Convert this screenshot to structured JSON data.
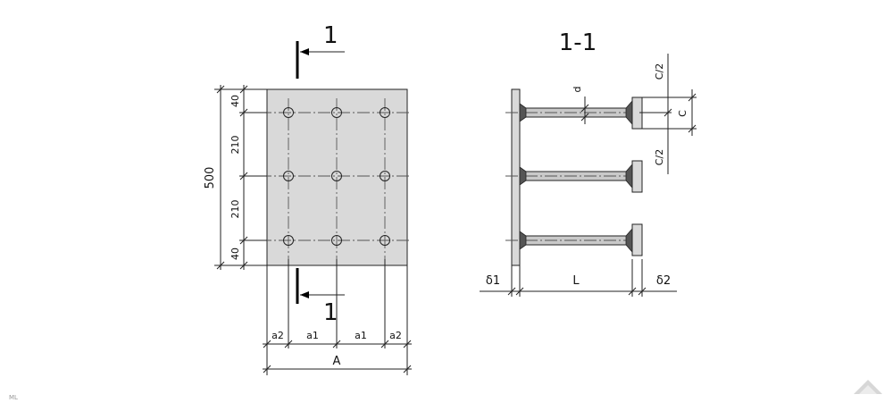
{
  "section_cut": {
    "mark": "1",
    "title": "1-1"
  },
  "plan_view": {
    "height_total": "500",
    "vertical_dims": [
      "40",
      "210",
      "210",
      "40"
    ],
    "horizontal_dims": [
      "a2",
      "a1",
      "a1",
      "a2"
    ],
    "width_label": "A"
  },
  "section_view": {
    "d_label": "d",
    "c_half_top": "C/2",
    "c_label": "C",
    "c_half_bottom": "C/2",
    "delta1": "δ1",
    "length_label": "L",
    "delta2": "δ2"
  },
  "watermark": "ML"
}
